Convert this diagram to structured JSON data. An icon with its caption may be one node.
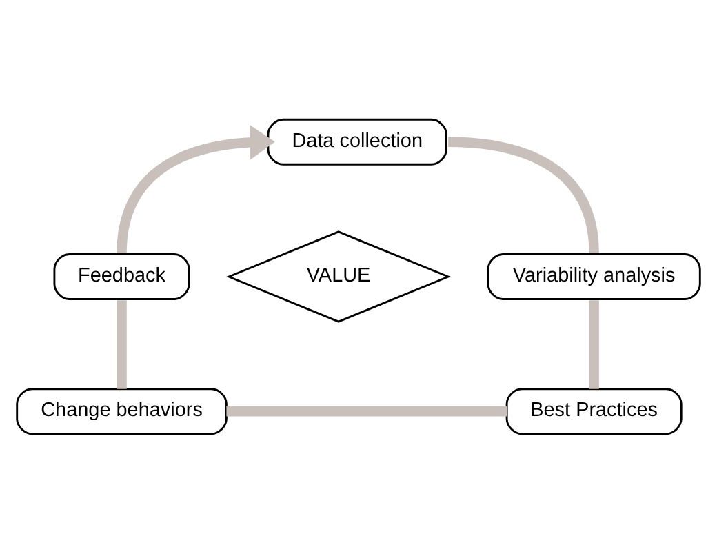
{
  "diagram": {
    "nodes": [
      {
        "text": [
          "Data collection"
        ]
      },
      {
        "text": [
          "Feedback"
        ]
      },
      {
        "text": [
          "VALUE"
        ]
      },
      {
        "text": [
          "Variability analysis"
        ]
      },
      {
        "text": [
          "Change behaviors"
        ]
      },
      {
        "text": [
          "Best Practices"
        ]
      }
    ],
    "edges": [
      {
        "from": 0,
        "to": 3,
        "arrow": "none"
      },
      {
        "from": 3,
        "to": 5,
        "arrow": "none"
      },
      {
        "from": 5,
        "to": 4,
        "arrow": "none"
      },
      {
        "from": 4,
        "to": 1,
        "arrow": "none"
      },
      {
        "from": 1,
        "to": 0,
        "arrow": "to"
      }
    ]
  }
}
